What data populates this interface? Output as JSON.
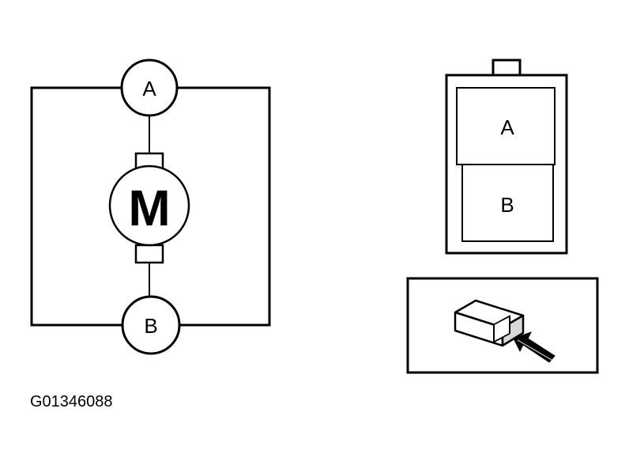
{
  "circuit": {
    "terminal_a_label": "A",
    "terminal_b_label": "B",
    "motor_label": "M"
  },
  "connector": {
    "cavity_a_label": "A",
    "cavity_b_label": "B"
  },
  "figure_id": "G01346088",
  "icons": {
    "motor": "motor-symbol-icon",
    "connector_locator": "connector-locator-icon",
    "arrow": "pointer-arrow-icon"
  },
  "colors": {
    "line": "#000000",
    "background": "#ffffff"
  }
}
